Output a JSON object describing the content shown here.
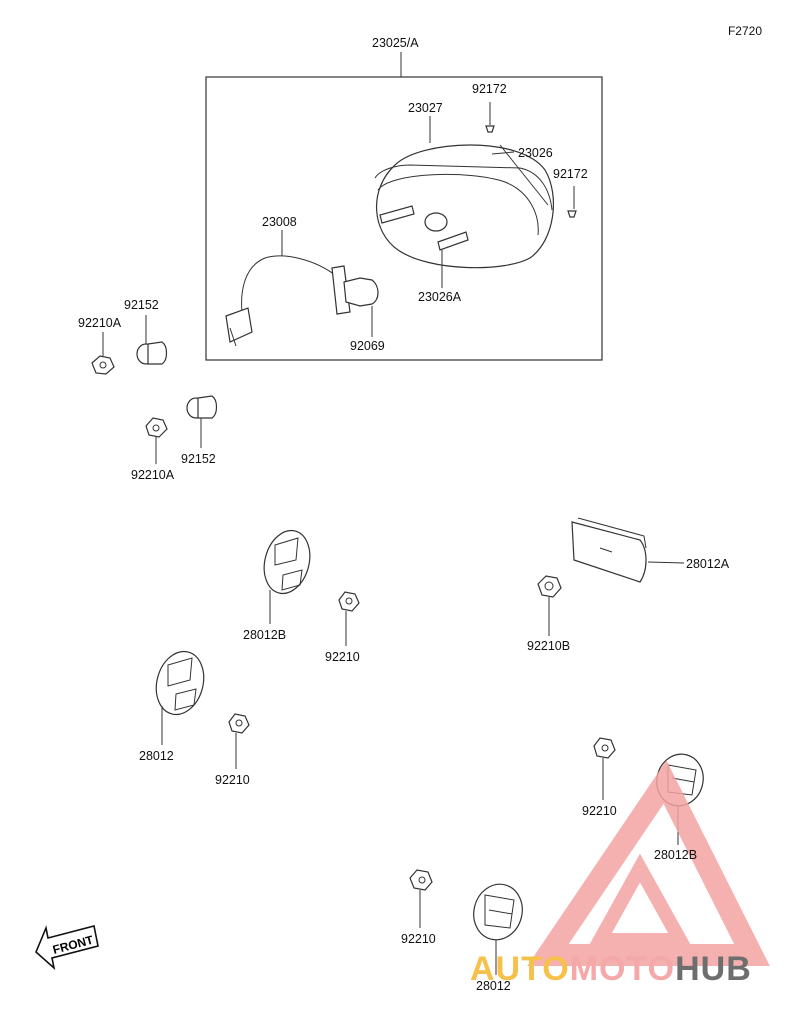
{
  "diagram_code": "F2720",
  "labels": {
    "assembly": "23025/A",
    "lens": "23027",
    "screw_top": "92172",
    "housing": "23026",
    "screw_right": "92172",
    "wire": "23008",
    "housing_a": "23026A",
    "bulb": "92069",
    "grommet_upper": "92152",
    "nut_upper": "92210A",
    "grommet_lower": "92152",
    "nut_lower": "92210A",
    "reflector_rear": "28012A",
    "nut_rear": "92210B",
    "reflector_b": "28012B",
    "nut_b": "92210",
    "reflector": "28012",
    "nut_mid": "92210",
    "nut_right_upper": "92210",
    "reflector_right_b": "28012B",
    "nut_right_lower": "92210",
    "reflector_right": "28012"
  },
  "front_marker": "FRONT",
  "watermark": {
    "part1": "AUTO",
    "part2": "MOTO",
    "part3": "HUB",
    "colors": {
      "auto": "#f6c14a",
      "moto": "#f4a8a8",
      "hub": "#6e6e6e",
      "triangle": "#f4a3a3"
    }
  }
}
